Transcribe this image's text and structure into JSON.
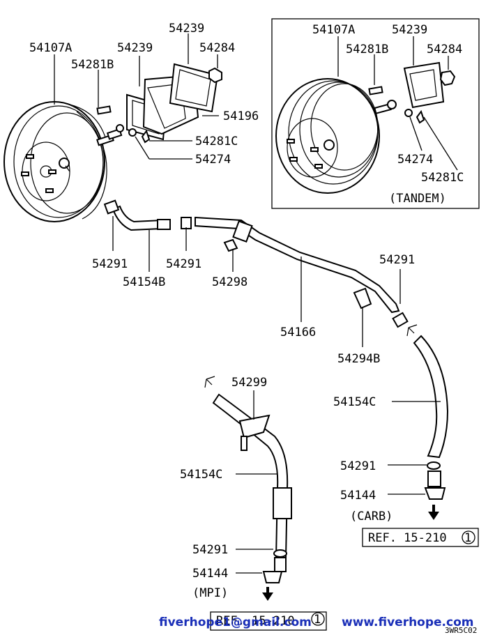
{
  "parts": {
    "booster_main": "54107A",
    "booster_tandem": "54107A",
    "gasket_main": "54239",
    "gasket_main_2": "54239",
    "gasket_tandem": "54239",
    "nut_main": "54284",
    "nut_tandem": "54284",
    "clevis_main": "54281B",
    "clevis_tandem": "54281B",
    "spacer": "54196",
    "pin_main": "54281C",
    "pin_tandem": "54281C",
    "washer_main": "54274",
    "washer_tandem": "54274",
    "clip_a": "54291",
    "clip_b": "54291",
    "clip_c": "54291",
    "clip_carb": "54291",
    "clip_mpi": "54291",
    "hose_b": "54154B",
    "bolt": "54298",
    "pipe": "54166",
    "clamp": "54294B",
    "hose_c_carb": "54154C",
    "hose_c_mpi": "54154C",
    "fitting_carb": "54144",
    "fitting_mpi": "54144",
    "bracket": "54299"
  },
  "notes": {
    "tandem": "(TANDEM)",
    "carb": "(CARB)",
    "mpi": "(MPI)",
    "ref_carb": "REF. 15-210",
    "ref_mpi": "REF. 15-210",
    "ref_circle": "1",
    "ref_circle_2": "1"
  },
  "watermark": {
    "email": "fiverhope1@gmail.com",
    "site": "www.fiverhope.com"
  },
  "diagram_code": "3WR5C02"
}
